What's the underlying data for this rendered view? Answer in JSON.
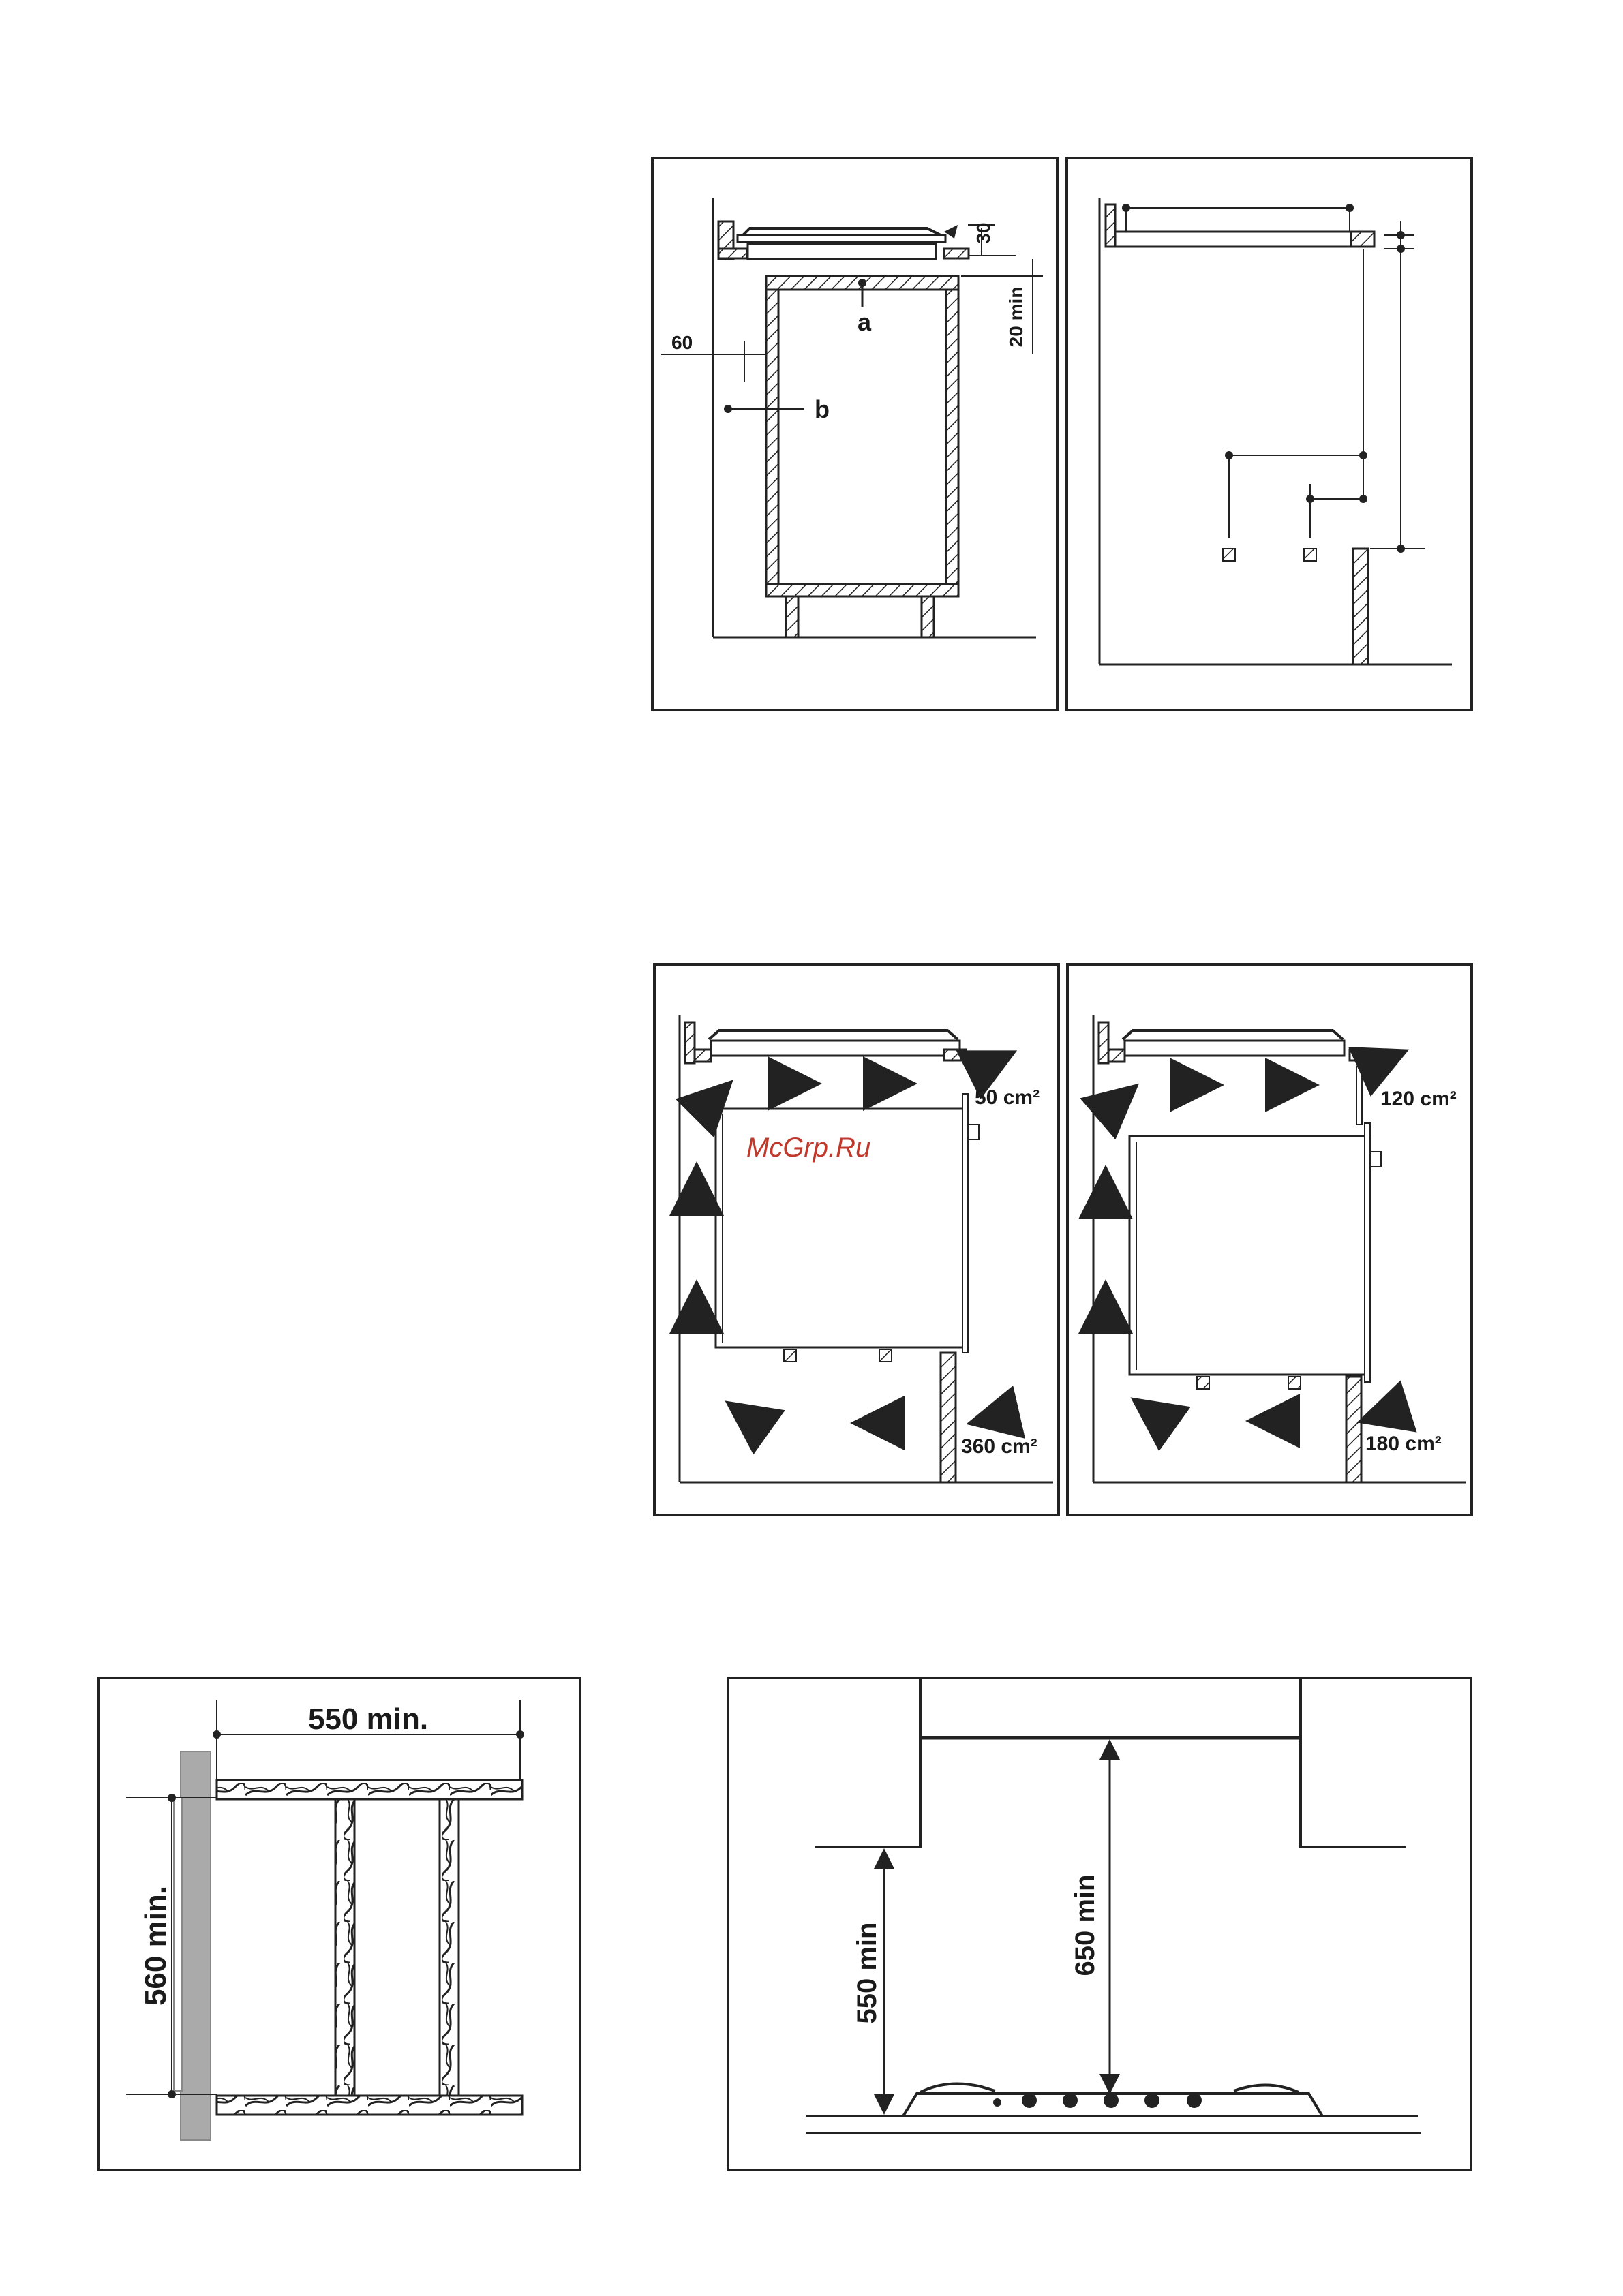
{
  "watermark": "McGrp.Ru",
  "fig1": {
    "dim_30": "30",
    "dim_20min": "20 min",
    "dim_60": "60",
    "label_a": "a",
    "label_b": "b"
  },
  "fig3": {
    "vent_top": "50 cm²",
    "vent_bottom": "360 cm²"
  },
  "fig4": {
    "vent_top": "120 cm²",
    "vent_bottom": "180 cm²"
  },
  "fig5": {
    "width": "550 min.",
    "height": "560 min."
  },
  "fig6": {
    "dim_550": "550 min",
    "dim_650": "650 min"
  }
}
